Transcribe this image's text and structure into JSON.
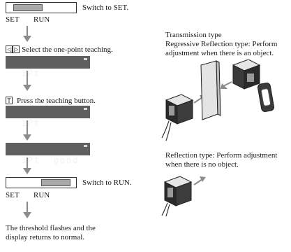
{
  "step1": {
    "instruction": "Switch to SET.",
    "label_left": "SET",
    "label_right": "RUN",
    "position": "SET"
  },
  "step2": {
    "key_left": "◁",
    "key_right": "▷",
    "instruction": "Select the one-point teaching.",
    "display": "1Pt"
  },
  "step3": {
    "key": "T",
    "instruction": "Press the teaching button.",
    "display": "1Pt"
  },
  "step4": {
    "display": "1Pt  good"
  },
  "step5": {
    "instruction": "Switch to RUN.",
    "label_left": "SET",
    "label_right": "RUN",
    "position": "RUN"
  },
  "step6": {
    "line1": "The threshold flashes and the",
    "line2": "display returns to normal."
  },
  "right": {
    "trans_title": "Transmission type",
    "trans_line1": "Regressive Reflection type: Perform",
    "trans_line2": "adjustment when there is an object.",
    "refl_line1": "Reflection type: Perform adjustment",
    "refl_line2": "when there is no object."
  },
  "colors": {
    "lcd_bg": "#5f5f5f",
    "lcd_text": "#f2f2f2",
    "arrow": "#8c8c8c",
    "slot": "#a9a9a9"
  }
}
